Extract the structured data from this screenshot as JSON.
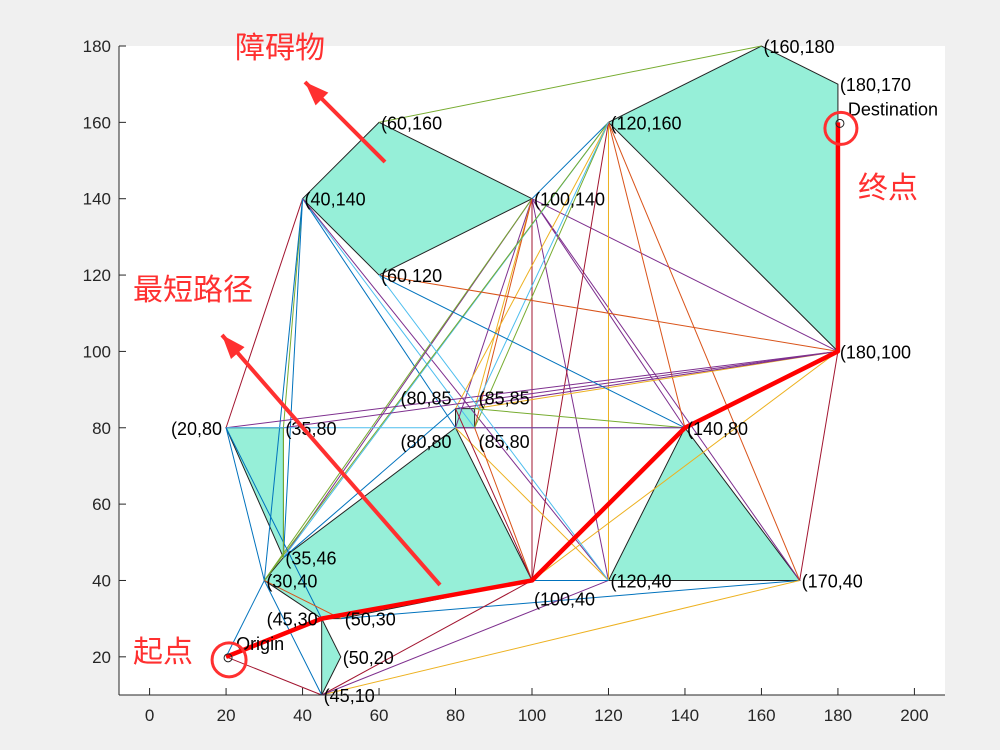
{
  "chart_data": {
    "type": "line",
    "title": "",
    "xlabel": "",
    "ylabel": "",
    "xlim": [
      -8,
      208
    ],
    "ylim": [
      10,
      180
    ],
    "xticks": [
      0,
      20,
      40,
      60,
      80,
      100,
      120,
      140,
      160,
      180,
      200
    ],
    "yticks": [
      20,
      40,
      60,
      80,
      100,
      120,
      140,
      160,
      180
    ],
    "grid": false,
    "obstacle_color": "#96EFD8",
    "path_color": "#FF0000",
    "annotation_color": "#FF3030",
    "edge_colors": [
      "#0072BD",
      "#D95319",
      "#EDB120",
      "#7E2F8E",
      "#77AC30",
      "#4DBEEE",
      "#A2142F"
    ],
    "obstacles": [
      [
        [
          40,
          140
        ],
        [
          60,
          160
        ],
        [
          100,
          140
        ],
        [
          60,
          120
        ]
      ],
      [
        [
          120,
          160
        ],
        [
          160,
          180
        ],
        [
          180,
          170
        ],
        [
          180,
          100
        ]
      ],
      [
        [
          20,
          80
        ],
        [
          35,
          80
        ],
        [
          35,
          46
        ]
      ],
      [
        [
          30,
          40
        ],
        [
          35,
          46
        ],
        [
          80,
          80
        ],
        [
          100,
          40
        ],
        [
          50,
          30
        ],
        [
          45,
          30
        ]
      ],
      [
        [
          80,
          80
        ],
        [
          80,
          85
        ],
        [
          85,
          85
        ],
        [
          85,
          80
        ]
      ],
      [
        [
          120,
          40
        ],
        [
          140,
          80
        ],
        [
          170,
          40
        ]
      ],
      [
        [
          45,
          10
        ],
        [
          45,
          30
        ],
        [
          50,
          20
        ]
      ]
    ],
    "vertex_labels": [
      {
        "x": 60,
        "y": 160,
        "text": "(60,160"
      },
      {
        "x": 40,
        "y": 140,
        "text": "(40,140"
      },
      {
        "x": 100,
        "y": 140,
        "text": "(100,140"
      },
      {
        "x": 60,
        "y": 120,
        "text": "(60,120"
      },
      {
        "x": 120,
        "y": 160,
        "text": "(120,160"
      },
      {
        "x": 160,
        "y": 180,
        "text": "(160,180"
      },
      {
        "x": 180,
        "y": 170,
        "text": "(180,170"
      },
      {
        "x": 180,
        "y": 100,
        "text": "(180,100"
      },
      {
        "x": 20,
        "y": 80,
        "text": "(20,80"
      },
      {
        "x": 35,
        "y": 80,
        "text": "(35,80"
      },
      {
        "x": 35,
        "y": 46,
        "text": "(35,46"
      },
      {
        "x": 30,
        "y": 40,
        "text": "(30,40"
      },
      {
        "x": 80,
        "y": 85,
        "text": "(80,85"
      },
      {
        "x": 85,
        "y": 85,
        "text": "(85,85"
      },
      {
        "x": 80,
        "y": 80,
        "text": "(80,80"
      },
      {
        "x": 85,
        "y": 80,
        "text": "(85,80"
      },
      {
        "x": 140,
        "y": 80,
        "text": "(140,80"
      },
      {
        "x": 100,
        "y": 40,
        "text": "(100,40"
      },
      {
        "x": 120,
        "y": 40,
        "text": "(120,40"
      },
      {
        "x": 170,
        "y": 40,
        "text": "(170,40"
      },
      {
        "x": 45,
        "y": 30,
        "text": "(45,30"
      },
      {
        "x": 50,
        "y": 30,
        "text": "(50,30"
      },
      {
        "x": 50,
        "y": 20,
        "text": "(50,20"
      },
      {
        "x": 45,
        "y": 10,
        "text": "(45,10"
      }
    ],
    "edges": [
      [
        [
          40,
          140
        ],
        [
          20,
          80
        ],
        6
      ],
      [
        [
          40,
          140
        ],
        [
          35,
          80
        ],
        4
      ],
      [
        [
          40,
          140
        ],
        [
          35,
          46
        ],
        0
      ],
      [
        [
          40,
          140
        ],
        [
          30,
          40
        ],
        0
      ],
      [
        [
          40,
          140
        ],
        [
          80,
          80
        ],
        0
      ],
      [
        [
          40,
          140
        ],
        [
          85,
          80
        ],
        5
      ],
      [
        [
          40,
          140
        ],
        [
          120,
          40
        ],
        3
      ],
      [
        [
          100,
          140
        ],
        [
          35,
          46
        ],
        3
      ],
      [
        [
          100,
          140
        ],
        [
          30,
          40
        ],
        4
      ],
      [
        [
          100,
          140
        ],
        [
          80,
          80
        ],
        3
      ],
      [
        [
          100,
          140
        ],
        [
          85,
          85
        ],
        2
      ],
      [
        [
          100,
          140
        ],
        [
          100,
          40
        ],
        6
      ],
      [
        [
          100,
          140
        ],
        [
          120,
          40
        ],
        3
      ],
      [
        [
          100,
          140
        ],
        [
          140,
          80
        ],
        3
      ],
      [
        [
          100,
          140
        ],
        [
          170,
          40
        ],
        3
      ],
      [
        [
          100,
          140
        ],
        [
          180,
          100
        ],
        3
      ],
      [
        [
          100,
          140
        ],
        [
          85,
          80
        ],
        1
      ],
      [
        [
          120,
          160
        ],
        [
          100,
          140
        ],
        0
      ],
      [
        [
          120,
          160
        ],
        [
          35,
          46
        ],
        5
      ],
      [
        [
          120,
          160
        ],
        [
          30,
          40
        ],
        4
      ],
      [
        [
          120,
          160
        ],
        [
          80,
          85
        ],
        2
      ],
      [
        [
          120,
          160
        ],
        [
          85,
          80
        ],
        4
      ],
      [
        [
          120,
          160
        ],
        [
          120,
          40
        ],
        2
      ],
      [
        [
          120,
          160
        ],
        [
          170,
          40
        ],
        1
      ],
      [
        [
          120,
          160
        ],
        [
          140,
          80
        ],
        1
      ],
      [
        [
          120,
          160
        ],
        [
          100,
          40
        ],
        6
      ],
      [
        [
          120,
          160
        ],
        [
          85,
          85
        ],
        5
      ],
      [
        [
          160,
          180
        ],
        [
          60,
          160
        ],
        4
      ],
      [
        [
          180,
          100
        ],
        [
          20,
          80
        ],
        3
      ],
      [
        [
          180,
          100
        ],
        [
          35,
          80
        ],
        3
      ],
      [
        [
          180,
          100
        ],
        [
          60,
          120
        ],
        1
      ],
      [
        [
          180,
          100
        ],
        [
          85,
          85
        ],
        2
      ],
      [
        [
          180,
          100
        ],
        [
          100,
          40
        ],
        2
      ],
      [
        [
          180,
          100
        ],
        [
          170,
          40
        ],
        6
      ],
      [
        [
          180,
          100
        ],
        [
          80,
          85
        ],
        3
      ],
      [
        [
          140,
          80
        ],
        [
          20,
          80
        ],
        5
      ],
      [
        [
          140,
          80
        ],
        [
          60,
          120
        ],
        0
      ],
      [
        [
          140,
          80
        ],
        [
          85,
          85
        ],
        4
      ],
      [
        [
          140,
          80
        ],
        [
          80,
          80
        ],
        3
      ],
      [
        [
          170,
          40
        ],
        [
          50,
          30
        ],
        0
      ],
      [
        [
          170,
          40
        ],
        [
          45,
          10
        ],
        2
      ],
      [
        [
          20,
          20
        ],
        [
          30,
          40
        ],
        0
      ],
      [
        [
          20,
          20
        ],
        [
          45,
          10
        ],
        6
      ],
      [
        [
          20,
          80
        ],
        [
          45,
          30
        ],
        0
      ],
      [
        [
          20,
          80
        ],
        [
          30,
          40
        ],
        0
      ],
      [
        [
          45,
          10
        ],
        [
          30,
          40
        ],
        0
      ],
      [
        [
          45,
          10
        ],
        [
          100,
          40
        ],
        6
      ],
      [
        [
          45,
          10
        ],
        [
          120,
          40
        ],
        3
      ],
      [
        [
          30,
          40
        ],
        [
          50,
          30
        ],
        1
      ],
      [
        [
          35,
          46
        ],
        [
          80,
          85
        ],
        0
      ],
      [
        [
          35,
          80
        ],
        [
          35,
          46
        ],
        4
      ],
      [
        [
          80,
          80
        ],
        [
          120,
          40
        ],
        2
      ],
      [
        [
          85,
          80
        ],
        [
          100,
          40
        ],
        1
      ],
      [
        [
          80,
          85
        ],
        [
          100,
          40
        ],
        6
      ],
      [
        [
          60,
          120
        ],
        [
          120,
          40
        ],
        5
      ],
      [
        [
          100,
          40
        ],
        [
          120,
          40
        ],
        0
      ]
    ],
    "shortest_path": [
      [
        20,
        20
      ],
      [
        45,
        30
      ],
      [
        100,
        40
      ],
      [
        140,
        80
      ],
      [
        180,
        100
      ],
      [
        180,
        160
      ]
    ],
    "origin": {
      "x": 20,
      "y": 20,
      "label": "Origin"
    },
    "destination": {
      "x": 180,
      "y": 160,
      "label": "Destination"
    }
  },
  "annotations": {
    "obstacle": "障碍物",
    "shortest_path": "最短路径",
    "end_point": "终点",
    "start_point": "起点"
  }
}
